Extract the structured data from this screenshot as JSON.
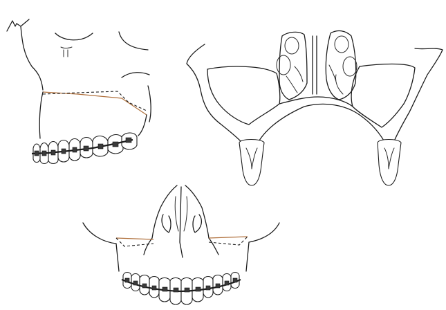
{
  "figure": {
    "panels": [
      {
        "id": "lateral-view"
      },
      {
        "id": "coronal-section-view"
      },
      {
        "id": "frontal-view"
      }
    ],
    "colors": {
      "outline": "#1c1c1c",
      "osteotomy_line": "#b0703c",
      "background": "#ffffff"
    },
    "icons": [
      "skull-outline",
      "osteotomy-line",
      "orthodontic-brackets",
      "maxillary-sinus",
      "nasal-septum",
      "molar-tooth"
    ]
  }
}
